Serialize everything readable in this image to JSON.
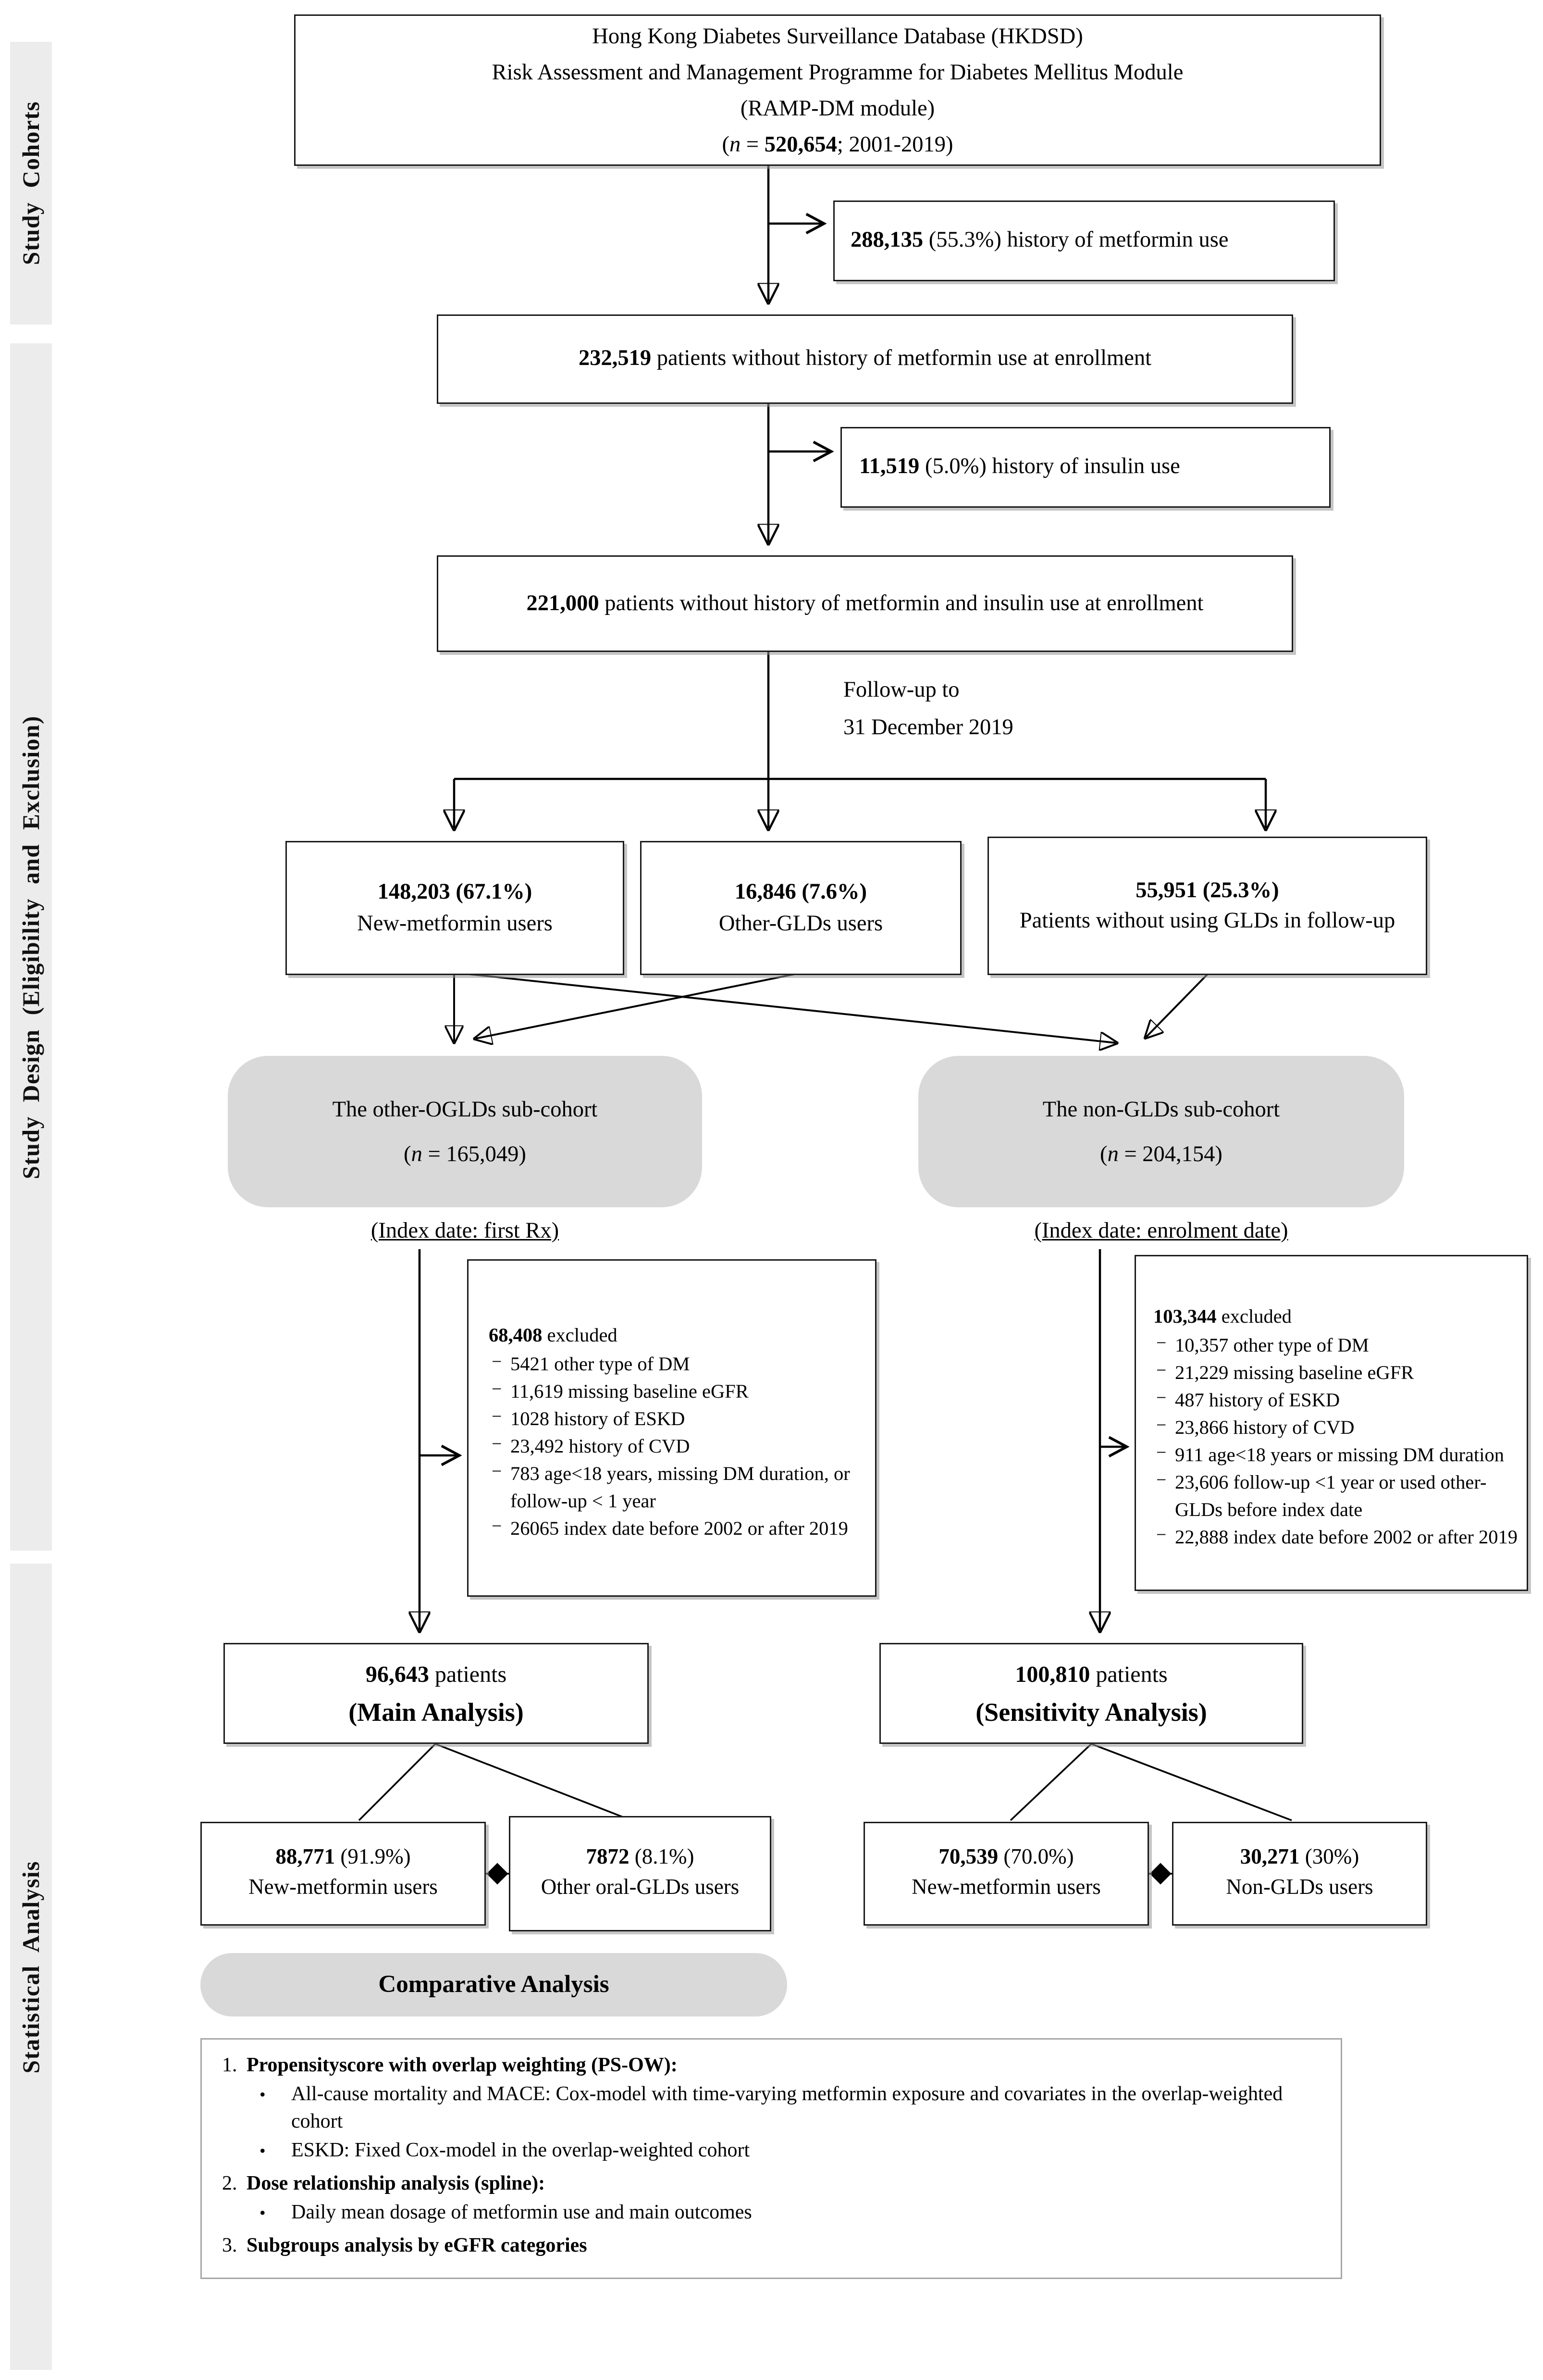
{
  "colors": {
    "box_fill_gray": "#d9d9d9",
    "sidebar_gray": "#ececec",
    "border_black": "#1a1a1a",
    "stats_border_gray": "#a6a6a6"
  },
  "sidebar": {
    "study_cohorts": "Study Cohorts",
    "study_design": "Study Design (Eligibility and Exclusion)",
    "statistical_analysis": "Statistical Analysis"
  },
  "flow": {
    "top_box": {
      "line1": "Hong Kong Diabetes Surveillance Database (HKDSD)",
      "line2": "Risk Assessment and Management Programme for Diabetes Mellitus Module",
      "line3": "(RAMP-DM module)",
      "n_open": "(",
      "n_var": "n",
      "n_eq": " = ",
      "n_num": "520,654",
      "n_close": "; 2001-2019)"
    },
    "excl_metformin": {
      "num": "288,135",
      "text": " (55.3%) history of metformin use"
    },
    "box_no_metformin": {
      "num": "232,519",
      "text": " patients without history of metformin use at enrollment"
    },
    "excl_insulin": {
      "num": "11,519",
      "text": " (5.0%) history of insulin use"
    },
    "box_no_met_insulin": {
      "num": "221,000",
      "text": " patients without history of metformin and insulin use at enrollment"
    },
    "followup": {
      "line1": "Follow-up to",
      "line2": "31 December 2019"
    },
    "group_metformin": {
      "head": "148,203 (67.1%)",
      "sub": "New-metformin users"
    },
    "group_other_glds": {
      "head": "16,846 (7.6%)",
      "sub": "Other-GLDs users"
    },
    "group_no_glds": {
      "head": "55,951 (25.3%)",
      "sub": "Patients without using GLDs in follow-up"
    },
    "subcohort_oglds": {
      "title": "The other-OGLDs sub-cohort",
      "n_open": "(",
      "n_var": "n",
      "n_rest": " = 165,049)"
    },
    "subcohort_nonglds": {
      "title": "The non-GLDs sub-cohort",
      "n_open": "(",
      "n_var": "n",
      "n_rest": " = 204,154)"
    },
    "index_left": "(Index date: first Rx)",
    "index_right": "(Index date: enrolment date)",
    "dash_char": "−",
    "excl_left": {
      "num": "68,408",
      "suffix": " excluded",
      "items": [
        "5421 other type of DM",
        "11,619 missing baseline eGFR",
        "1028 history of ESKD",
        "23,492 history of CVD",
        "783 age<18 years, missing DM duration, or follow-up < 1 year",
        "26065 index date before 2002 or after 2019"
      ]
    },
    "excl_right": {
      "num": "103,344",
      "suffix": " excluded",
      "items": [
        "10,357 other type of DM",
        "21,229 missing baseline eGFR",
        "487 history of ESKD",
        "23,866 history of CVD",
        "911 age<18 years or missing DM duration",
        "23,606 follow-up <1 year or used other-GLDs before index date",
        "22,888 index date before 2002 or after 2019"
      ]
    },
    "main_box": {
      "num": "96,643",
      "text": " patients",
      "title": "(Main Analysis)"
    },
    "sens_box": {
      "num": "100,810",
      "text": " patients",
      "title": "(Sensitivity Analysis)"
    },
    "ma_metformin": {
      "num": "88,771",
      "pct": " (91.9%)",
      "sub": "New-metformin users"
    },
    "ma_other": {
      "num": "7872",
      "pct": " (8.1%)",
      "sub": "Other oral-GLDs users"
    },
    "sa_metformin": {
      "num": "70,539",
      "pct": " (70.0%)",
      "sub": "New-metformin users"
    },
    "sa_nonglds": {
      "num": "30,271",
      "pct": " (30%)",
      "sub": "Non-GLDs users"
    }
  },
  "comparative_label": "Comparative Analysis",
  "stats": {
    "bullet_char": "•",
    "s1_num": "1.",
    "s1_title": "Propensityscore with overlap weighting (PS-OW):",
    "s1_b1": "All-cause mortality and MACE: Cox-model with time-varying metformin exposure and covariates in the overlap-weighted cohort",
    "s1_b2": "ESKD: Fixed Cox-model in the overlap-weighted cohort",
    "s2_num": "2.",
    "s2_title": "Dose relationship analysis (spline):",
    "s2_b1": "Daily mean dosage of metformin use and main outcomes",
    "s3_num": "3.",
    "s3_title": "Subgroups analysis by eGFR categories"
  }
}
